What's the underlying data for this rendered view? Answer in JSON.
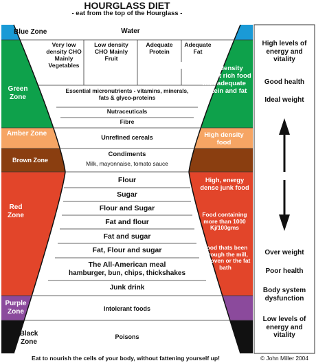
{
  "header": {
    "title": "HOURGLASS DIET",
    "subtitle": "- eat from the top of the Hourglass -"
  },
  "zones": {
    "blue": "Blue Zone",
    "green": "Green Zone",
    "amber": "Amber Zone",
    "brown": "Brown Zone",
    "red": "Red Zone",
    "purple": "Purple Zone",
    "black": "Black Zone"
  },
  "center": {
    "water": "Water",
    "col1": "Very low density CHO Mainly Vegetables",
    "col2": "Low density CHO Mainly Fruit",
    "col3": "Adequate Protein",
    "col4": "Adequate Fat",
    "micronutrients": "Essential micronutrients - vitamins, minerals, fats & glyco-proteins",
    "nutraceuticals": "Nutraceuticals",
    "fibre": "Fibre",
    "unrefined": "Unrefined cereals",
    "condiments": "Condiments",
    "condiments_sub": "Milk, mayonnaise, tomato sauce",
    "flour": "Flour",
    "sugar": "Sugar",
    "flour_sugar": "Flour and Sugar",
    "fat_flour": "Fat and flour",
    "fat_sugar": "Fat and sugar",
    "fat_flour_sugar": "Fat, Flour and sugar",
    "american_meal": "The All-American meal",
    "american_meal_sub": "hamburger, bun, chips, thickshakes",
    "junk_drink": "Junk drink",
    "intolerant": "Intolerant foods",
    "poisons": "Poisons"
  },
  "side_right": {
    "green_text": "Low density nutrient rich food with adequate protein and fat",
    "amber_text": "High density food",
    "red_text_1": "High, energy dense junk food",
    "red_text_2": "Food containing more than 1000 Kj/100gms",
    "red_text_3": "Food thats been through the mill, the oven or the fat bath"
  },
  "outcomes": {
    "high_energy": "High levels of energy and vitality",
    "good_health": "Good health",
    "ideal_weight": "Ideal weight",
    "over_weight": "Over weight",
    "poor_health": "Poor health",
    "body_dysfunction": "Body system dysfunction",
    "low_energy": "Low levels of energy and vitality"
  },
  "footer": {
    "slogan": "Eat to nourish the cells of your body, without fattening yourself up!",
    "copyright": "© John Miller 2004"
  },
  "colors": {
    "blue": "#1a9ad6",
    "green": "#0ea14b",
    "amber": "#f6a564",
    "brown": "#8a3e10",
    "red": "#e2452a",
    "purple": "#8b4a9c",
    "black": "#111111"
  }
}
